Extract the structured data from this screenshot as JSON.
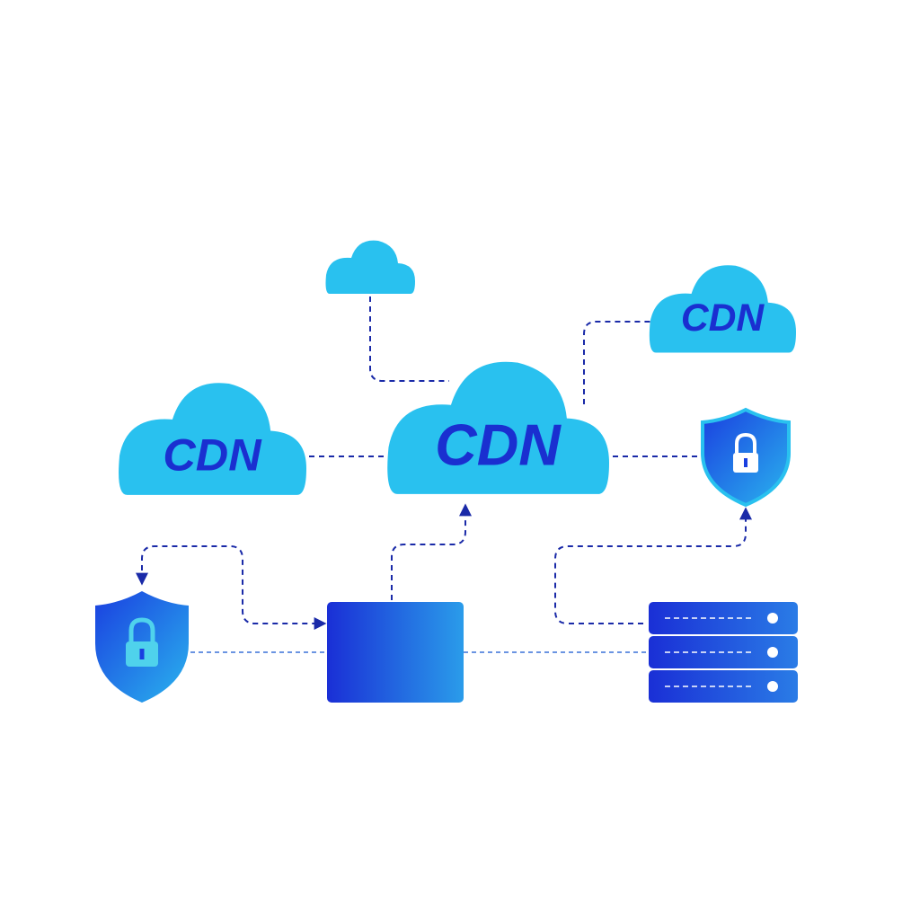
{
  "colors": {
    "background": "#ffffff",
    "cloud_fill": "#29c1ef",
    "cdn_text": "#1a2fd0",
    "connector": "#1a2aa8",
    "connector_light": "#3a70d8",
    "shield_gradient_start": "#1a3fe0",
    "shield_gradient_end": "#2ab4ee",
    "lock_fill": "#4fd2ec",
    "server_gradient_start": "#1a2fd6",
    "server_gradient_end": "#2a9cea",
    "server_light": "#ffffff"
  },
  "nodes": {
    "cloud_top_small": {
      "icon": "cloud-icon",
      "label": ""
    },
    "cloud_top_right": {
      "icon": "cloud-icon",
      "label": "CDN"
    },
    "cloud_left": {
      "icon": "cloud-icon",
      "label": "CDN"
    },
    "cloud_center": {
      "icon": "cloud-icon",
      "label": "CDN"
    },
    "shield_right": {
      "icon": "shield-lock-icon"
    },
    "shield_left": {
      "icon": "shield-lock-icon"
    },
    "server_box": {
      "icon": "server-box-icon"
    },
    "server_rack": {
      "icon": "server-rack-icon",
      "units": 3
    }
  },
  "connections": [
    {
      "from": "cloud_top_small",
      "to": "cloud_center",
      "style": "dashed"
    },
    {
      "from": "cloud_center",
      "to": "cloud_top_right",
      "style": "dashed"
    },
    {
      "from": "cloud_left",
      "to": "cloud_center",
      "style": "dashed"
    },
    {
      "from": "cloud_center",
      "to": "shield_right",
      "style": "dashed"
    },
    {
      "from": "server_box",
      "to": "cloud_center",
      "style": "dashed-arrow"
    },
    {
      "from": "server_rack",
      "to": "shield_right",
      "style": "dashed-arrow"
    },
    {
      "from": "shield_left",
      "to": "server_box",
      "style": "dashed-arrow-both"
    },
    {
      "from": "shield_left",
      "to": "server_box",
      "style": "dashed"
    },
    {
      "from": "server_box",
      "to": "server_rack",
      "style": "dashed"
    }
  ]
}
